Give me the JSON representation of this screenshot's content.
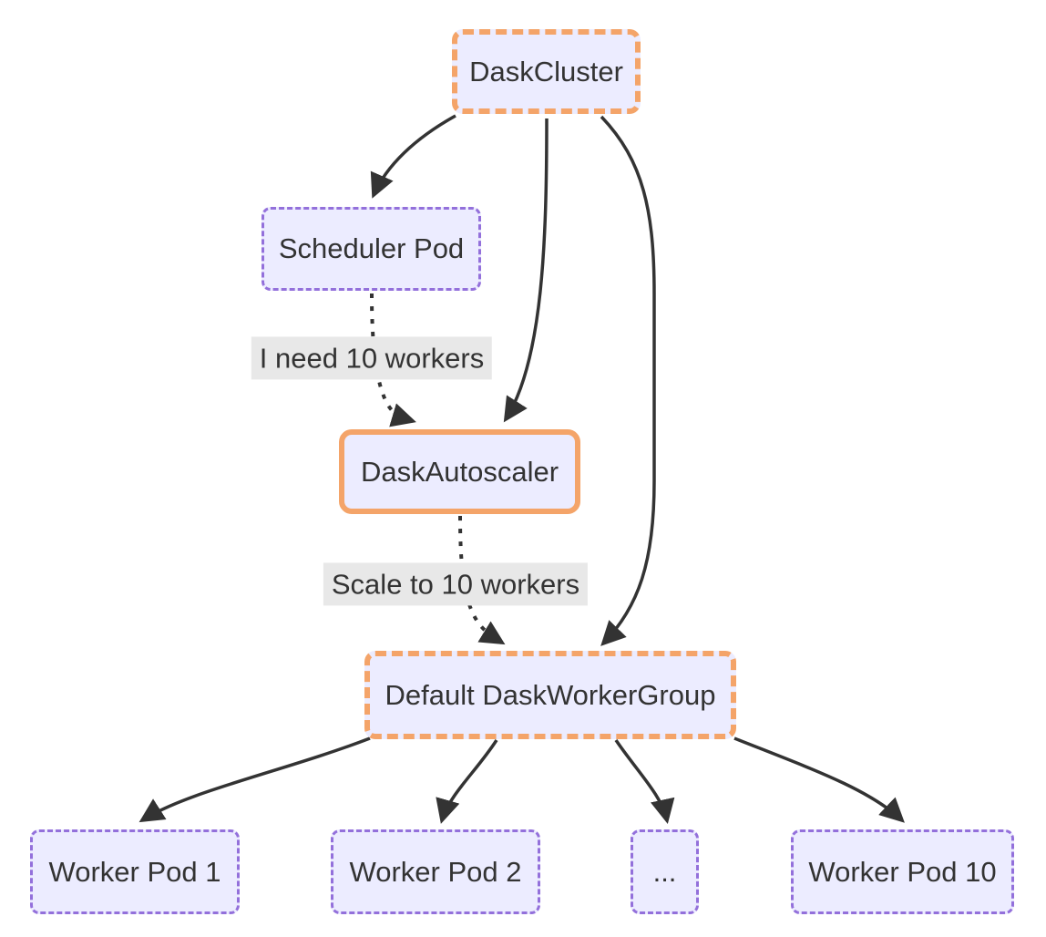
{
  "diagram": {
    "type": "flowchart",
    "direction": "top-down",
    "nodes": [
      {
        "id": "dask-cluster",
        "label": "DaskCluster",
        "style": "orange-thick-dotted"
      },
      {
        "id": "scheduler-pod",
        "label": "Scheduler Pod",
        "style": "purple-dashed"
      },
      {
        "id": "dask-autoscaler",
        "label": "DaskAutoscaler",
        "style": "orange-solid"
      },
      {
        "id": "default-dask-worker-group",
        "label": "Default DaskWorkerGroup",
        "style": "orange-thick-dotted"
      },
      {
        "id": "worker-pod-1",
        "label": "Worker Pod 1",
        "style": "purple-dashed"
      },
      {
        "id": "worker-pod-2",
        "label": "Worker Pod 2",
        "style": "purple-dashed"
      },
      {
        "id": "worker-pod-ellipsis",
        "label": "...",
        "style": "purple-dashed"
      },
      {
        "id": "worker-pod-10",
        "label": "Worker Pod 10",
        "style": "purple-dashed"
      }
    ],
    "edges": [
      {
        "from": "DaskCluster",
        "to": "Scheduler Pod",
        "style": "solid-arrow"
      },
      {
        "from": "DaskCluster",
        "to": "DaskAutoscaler",
        "style": "solid-arrow"
      },
      {
        "from": "DaskCluster",
        "to": "Default DaskWorkerGroup",
        "style": "solid-arrow"
      },
      {
        "from": "Scheduler Pod",
        "to": "DaskAutoscaler",
        "style": "dotted-arrow",
        "label": "I need 10 workers"
      },
      {
        "from": "DaskAutoscaler",
        "to": "Default DaskWorkerGroup",
        "style": "dotted-arrow",
        "label": "Scale to 10 workers"
      },
      {
        "from": "Default DaskWorkerGroup",
        "to": "Worker Pod 1",
        "style": "solid-arrow"
      },
      {
        "from": "Default DaskWorkerGroup",
        "to": "Worker Pod 2",
        "style": "solid-arrow"
      },
      {
        "from": "Default DaskWorkerGroup",
        "to": "...",
        "style": "solid-arrow"
      },
      {
        "from": "Default DaskWorkerGroup",
        "to": "Worker Pod 10",
        "style": "solid-arrow"
      }
    ],
    "edge_labels": {
      "need_workers": "I need 10 workers",
      "scale_workers": "Scale to 10 workers"
    },
    "colors": {
      "node_fill": "#ECECFF",
      "purple_stroke": "#9370DB",
      "orange_stroke": "#F4A469",
      "edge_stroke": "#333333",
      "text": "#333333",
      "label_bg": "#E8E8E8",
      "background": "#FFFFFF"
    }
  }
}
